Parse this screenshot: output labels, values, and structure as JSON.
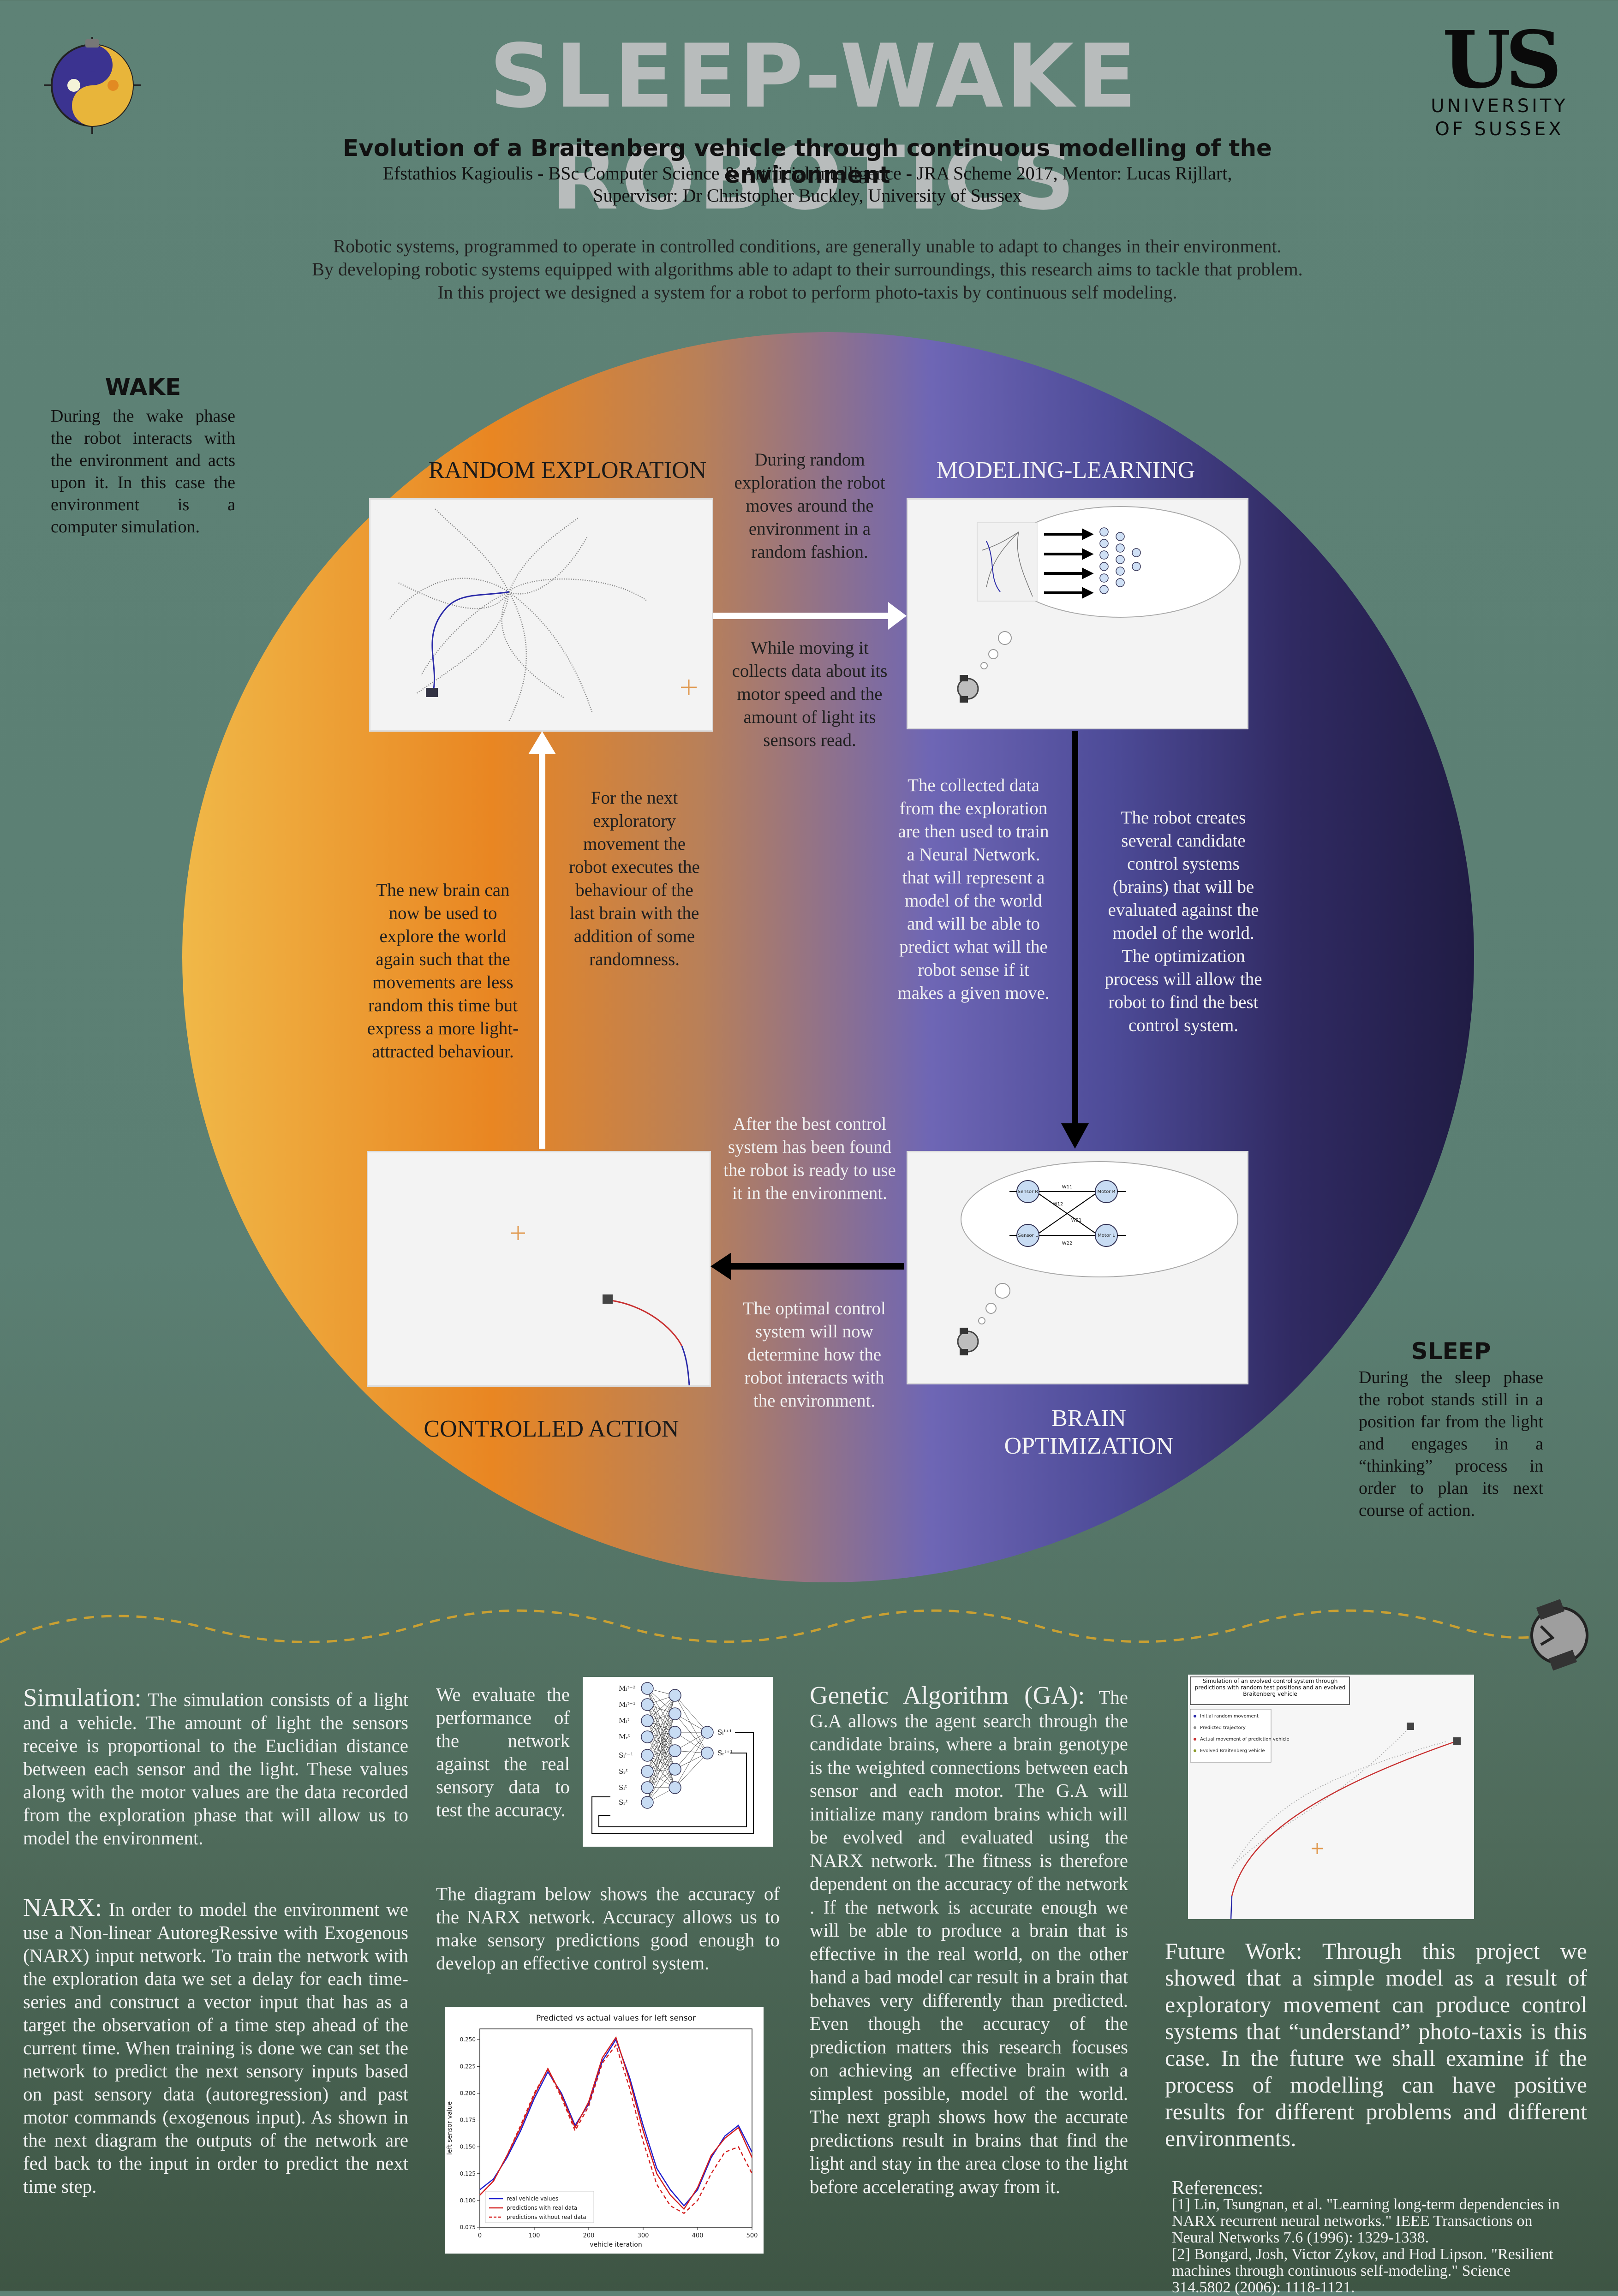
{
  "header": {
    "title": "SLEEP-WAKE ROBOTICS",
    "subtitle": "Evolution of a Braitenberg vehicle through continuous modelling of the environment",
    "credit_line1": "Efstathios Kagioulis - BSc Computer Science & Artificial Intelligence  - JRA Scheme 2017, Mentor: Lucas Rijllart,",
    "credit_line2": "Supervisor: Dr Christopher Buckley, University of Sussex",
    "logo_mark": "US",
    "logo_line1": "UNIVERSITY",
    "logo_line2": "OF SUSSEX"
  },
  "intro": {
    "line1": "Robotic systems, programmed to operate in controlled conditions, are generally unable to adapt to changes in their environment.",
    "line2": "By developing robotic systems equipped with algorithms able to adapt to their surroundings, this research aims to tackle that problem.",
    "line3": "In this project we designed a system for a robot to perform photo-taxis by continuous self modeling."
  },
  "wake": {
    "heading": "WAKE",
    "text": "During the wake phase the robot interacts with the environment and acts upon it. In this case the environment is a computer simulation."
  },
  "sleep": {
    "heading": "SLEEP",
    "text": "During the sleep phase the robot stands still in a position far from the light and engages in a “thinking” process in order to plan its next course of action."
  },
  "cycle": {
    "stage_random": "RANDOM EXPLORATION",
    "stage_modeling": "MODELING-LEARNING",
    "stage_controlled": "CONTROLLED ACTION",
    "stage_brain_1": "BRAIN",
    "stage_brain_2": "OPTIMIZATION",
    "t_random_top": "During random exploration the robot moves around the environment in a random fashion.",
    "t_collects": "While moving it collects data about its motor speed and the amount of light its sensors read.",
    "t_collected": "The collected data from the exploration are then used to train a Neural Network. that will represent a model of the world and will be able to predict what will the robot sense if it makes a given move.",
    "t_robot_creates": "The robot creates several candidate control systems (brains) that will be evaluated against the model of the world. The optimization process will allow the robot to find the best control system.",
    "t_after_best": "After the best control system has been found the robot is ready to use it in the environment.",
    "t_optimal": "The optimal control system will now determine how the robot interacts with the environment.",
    "t_next_explore": "For the next exploratory movement the robot executes the behaviour of the last brain with the addition of some randomness.",
    "t_new_brain": "The new brain can now be used to explore the world again such that the movements are less random this time but express a more light-attracted behaviour.",
    "network_labels": {
      "sensor_r": "Sensor R",
      "motor_r": "Motor R",
      "sensor_l": "Sensor L",
      "motor_l": "Motor L",
      "w11": "W11",
      "w12": "W12",
      "w21": "W21",
      "w22": "W22"
    }
  },
  "bottom": {
    "simulation_lead": "Simulation:",
    "simulation_text": "The simulation consists of a light and a vehicle. The amount of  light the sensors   receive is proportional to the Euclidian distance between each sensor and the light.  These values along with the motor values are the data recorded from the exploration phase that will allow us to model the environment.",
    "narx_lead": "NARX:",
    "narx_text": "In order to model the environment we use a Non-linear AutoregRessive  with Exogenous (NARX) input network. To train the network with the exploration data we set a delay for each time-series and construct a vector input that has as a target the observation of a time step ahead of the current time. When training is done we can set the network to predict the next sensory inputs based on past sensory data (autoregression) and past motor commands (exogenous input). As shown in the next diagram  the  outputs of the network are fed back to the input in order to predict the next time step.",
    "evaluate_text": "We evaluate the performance of the network against the real sensory data to test the accuracy.",
    "diagram_text": "The diagram below shows the accuracy of the NARX network. Accuracy allows us to make sensory predictions good enough to develop an effective control system.",
    "ga_lead": "Genetic Algorithm (GA):",
    "ga_text": "The G.A allows the agent search through the candidate brains,  where a brain genotype is the weighted connections between each sensor and each motor. The G.A will initialize many random brains which will be evolved and evaluated using the NARX network. The fitness is therefore dependent on the accuracy of the network . If the network is accurate enough we will be able to produce a brain that is effective in the real world, on the other hand a bad model car result in a brain that behaves very differently than predicted. Even though the accuracy of the prediction matters this research focuses on achieving an effective brain with a simplest possible, model of the world. The next graph shows how the accurate predictions result in  brains that find the light and stay in the area close to the light before accelerating away from it.",
    "future_lead": "Future Work:",
    "future_text": "Through this project we showed that a simple model as a result of exploratory movement can produce control systems that “understand” photo-taxis is this case. In the future we shall examine if the process of modelling can have positive results for different problems and different environments.",
    "refs_heading": "References:",
    "ref1": "[1] Lin, Tsungnan, et al. \"Learning long-term dependencies in NARX recurrent neural networks.\" IEEE Transactions on Neural Networks 7.6 (1996): 1329-1338.",
    "ref2": "[2] Bongard, Josh, Victor Zykov, and Hod Lipson. \"Resilient machines through continuous self-modeling.\" Science 314.5802 (2006): 1118-1121."
  },
  "evolved_fig": {
    "title": "Simulation of an evolved control system through predictions with random test positions and an evolved Braitenberg vehicle",
    "legend": [
      "Initial random movement",
      "Predicted trajectory",
      "Actual movement of prediction vehicle",
      "Evolved Braitenberg vehicle"
    ]
  },
  "narx_fig": {
    "labels": [
      "Mₗᵗ⁻²",
      "Mₗᵗ⁻¹",
      "Mₗᵗ",
      "Mᵣᵗ",
      "Sₗᵗ⁻¹",
      "Sᵣᵗ",
      "Sₗᵗ",
      "Sᵣᵗ"
    ],
    "outputs": [
      "Sₗᵗ⁺¹",
      "Sᵣᵗ⁺¹"
    ]
  },
  "chart_data": {
    "type": "line",
    "title": "Predicted vs actual values for left sensor",
    "xlabel": "vehicle iteration",
    "ylabel": "left sensor value",
    "xlim": [
      0,
      500
    ],
    "ylim": [
      0.075,
      0.26
    ],
    "xticks": [
      0,
      100,
      200,
      300,
      400,
      500
    ],
    "yticks": [
      0.075,
      0.1,
      0.125,
      0.15,
      0.175,
      0.2,
      0.225,
      0.25
    ],
    "legend_position": "bottom-left",
    "x": [
      0,
      25,
      50,
      75,
      100,
      125,
      150,
      175,
      200,
      225,
      250,
      275,
      300,
      325,
      350,
      375,
      400,
      425,
      450,
      475,
      500
    ],
    "series": [
      {
        "name": "real vehicle values",
        "color": "#1f1fd0",
        "dash": "",
        "values": [
          0.11,
          0.12,
          0.14,
          0.165,
          0.195,
          0.22,
          0.2,
          0.17,
          0.19,
          0.23,
          0.25,
          0.215,
          0.17,
          0.13,
          0.11,
          0.095,
          0.11,
          0.14,
          0.16,
          0.17,
          0.145
        ]
      },
      {
        "name": "predictions with real data",
        "color": "#d41f1f",
        "dash": "",
        "values": [
          0.105,
          0.118,
          0.142,
          0.168,
          0.198,
          0.223,
          0.198,
          0.168,
          0.192,
          0.233,
          0.252,
          0.212,
          0.165,
          0.125,
          0.105,
          0.092,
          0.112,
          0.142,
          0.158,
          0.168,
          0.14
        ]
      },
      {
        "name": "predictions without real data",
        "color": "#d41f1f",
        "dash": "8 6",
        "values": [
          0.105,
          0.118,
          0.142,
          0.17,
          0.2,
          0.222,
          0.196,
          0.165,
          0.188,
          0.228,
          0.245,
          0.205,
          0.155,
          0.115,
          0.095,
          0.088,
          0.1,
          0.125,
          0.145,
          0.15,
          0.125
        ]
      }
    ]
  },
  "colors": {
    "bg_top": "#5e8276",
    "orange": "#e98622",
    "purple": "#4d4b98",
    "dark_purple": "#201c44",
    "dashed_line": "#c9a032",
    "arrow": "#ffffff"
  }
}
